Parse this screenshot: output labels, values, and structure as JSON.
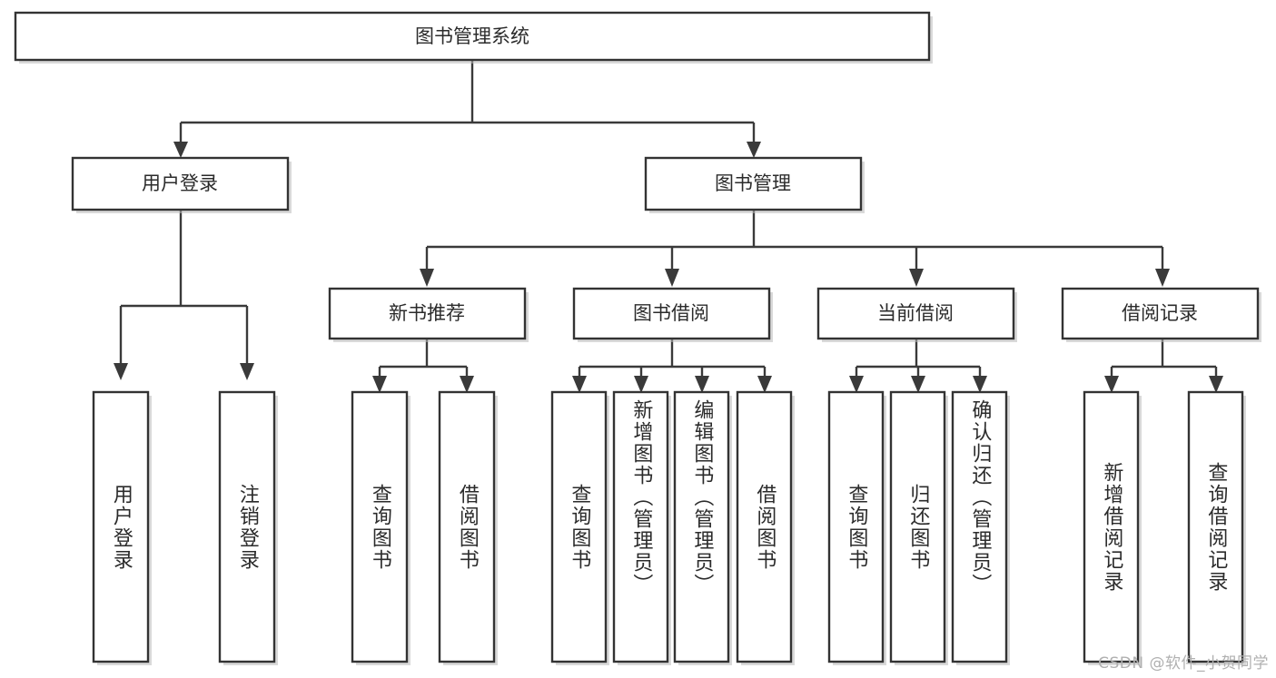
{
  "diagram": {
    "title": "图书管理系统",
    "type": "hierarchy-tree",
    "watermark": "CSDN @软件_小贺同学",
    "colors": {
      "box_stroke": "#333333",
      "box_fill": "#ffffff",
      "connector": "#3a3a3a",
      "text": "#2b2b2b",
      "background": "#ffffff",
      "watermark": "#b0b0b0"
    },
    "root": {
      "label": "图书管理系统",
      "orientation": "horizontal"
    },
    "level1": [
      {
        "label": "用户登录",
        "orientation": "horizontal"
      },
      {
        "label": "图书管理",
        "orientation": "horizontal"
      }
    ],
    "level2": [
      {
        "label": "新书推荐",
        "orientation": "horizontal",
        "parent": "图书管理"
      },
      {
        "label": "图书借阅",
        "orientation": "horizontal",
        "parent": "图书管理"
      },
      {
        "label": "当前借阅",
        "orientation": "horizontal",
        "parent": "图书管理"
      },
      {
        "label": "借阅记录",
        "orientation": "horizontal",
        "parent": "图书管理"
      }
    ],
    "leaves": {
      "用户登录": [
        {
          "label": "用户登录",
          "orientation": "vertical"
        },
        {
          "label": "注销登录",
          "orientation": "vertical"
        }
      ],
      "新书推荐": [
        {
          "label": "查询图书",
          "orientation": "vertical"
        },
        {
          "label": "借阅图书",
          "orientation": "vertical"
        }
      ],
      "图书借阅": [
        {
          "label": "查询图书",
          "orientation": "vertical"
        },
        {
          "label": "新增图书（管理员）",
          "orientation": "vertical"
        },
        {
          "label": "编辑图书（管理员）",
          "orientation": "vertical"
        },
        {
          "label": "借阅图书",
          "orientation": "vertical"
        }
      ],
      "当前借阅": [
        {
          "label": "查询图书",
          "orientation": "vertical"
        },
        {
          "label": "归还图书",
          "orientation": "vertical"
        },
        {
          "label": "确认归还（管理员）",
          "orientation": "vertical"
        }
      ],
      "借阅记录": [
        {
          "label": "新增借阅记录",
          "orientation": "vertical"
        },
        {
          "label": "查询借阅记录",
          "orientation": "vertical"
        }
      ]
    }
  }
}
